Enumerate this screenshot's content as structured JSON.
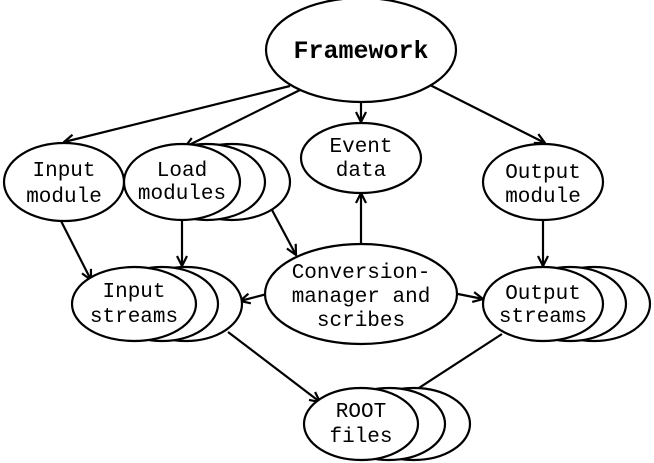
{
  "nodes": {
    "framework": {
      "label": "Framework"
    },
    "input_module": {
      "line1": "Input",
      "line2": "module"
    },
    "load_modules": {
      "line1": "Load",
      "line2": "modules"
    },
    "event_data": {
      "line1": "Event",
      "line2": "data"
    },
    "output_module": {
      "line1": "Output",
      "line2": "module"
    },
    "input_streams": {
      "line1": "Input",
      "line2": "streams"
    },
    "conversion_manager": {
      "line1": "Conversion-",
      "line2": "manager and",
      "line3": "scribes"
    },
    "output_streams": {
      "line1": "Output",
      "line2": "streams"
    },
    "root_files": {
      "line1": "ROOT",
      "line2": "files"
    }
  },
  "colors": {
    "stroke": "#000000",
    "fill": "#ffffff"
  }
}
